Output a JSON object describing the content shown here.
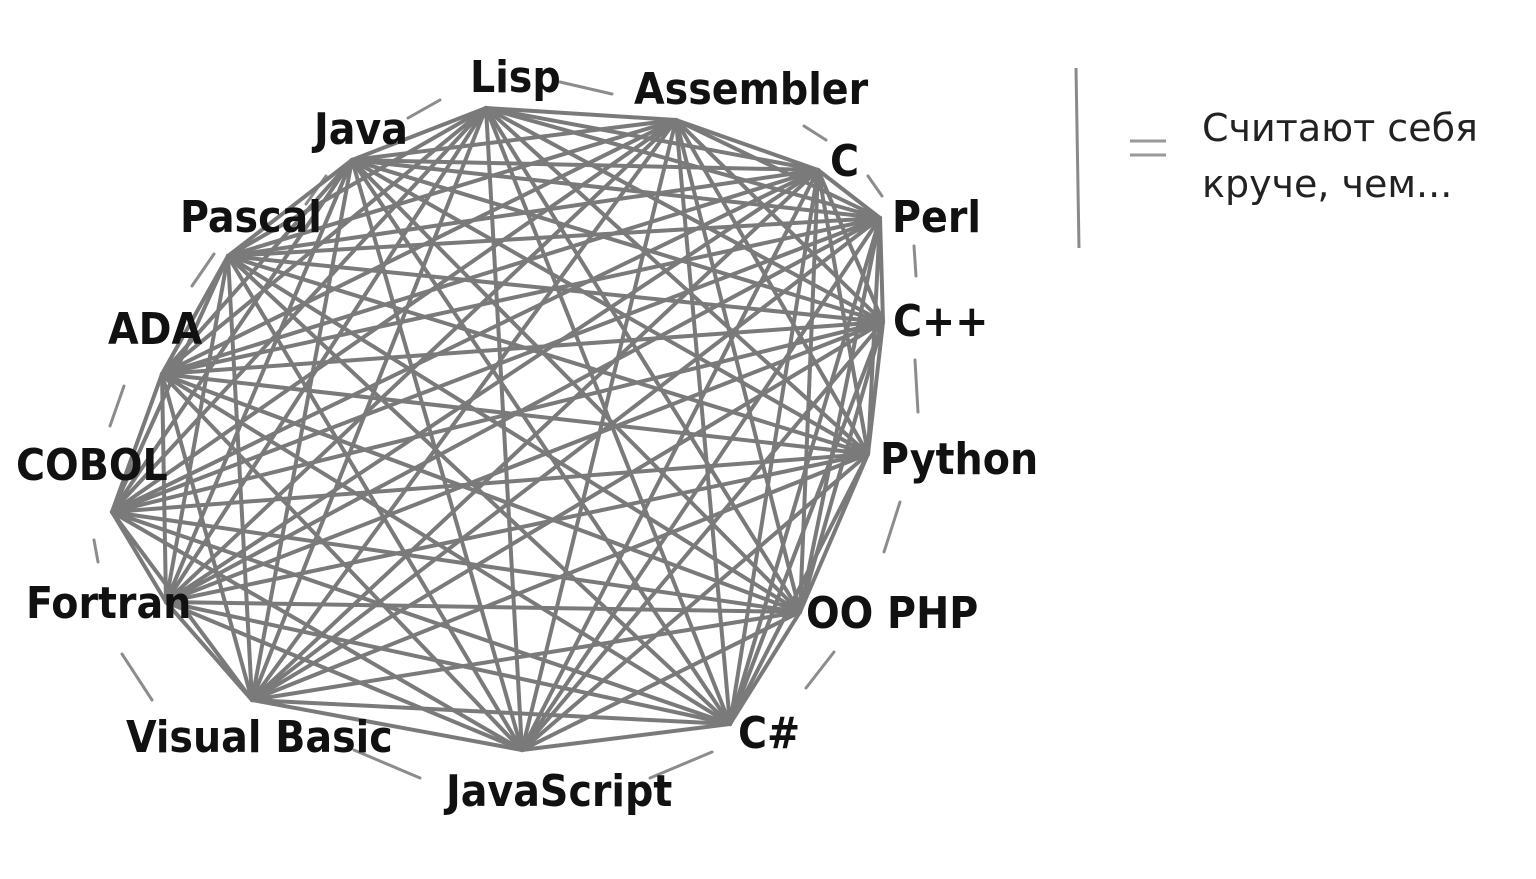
{
  "nodes": [
    {
      "id": "lisp",
      "label": "Lisp"
    },
    {
      "id": "assembler",
      "label": "Assembler"
    },
    {
      "id": "c",
      "label": "C"
    },
    {
      "id": "perl",
      "label": "Perl"
    },
    {
      "id": "cpp",
      "label": "C++"
    },
    {
      "id": "python",
      "label": "Python"
    },
    {
      "id": "oophp",
      "label": "OO PHP"
    },
    {
      "id": "csharp",
      "label": "C#"
    },
    {
      "id": "javascript",
      "label": "JavaScript"
    },
    {
      "id": "visualbasic",
      "label": "Visual Basic"
    },
    {
      "id": "fortran",
      "label": "Fortran"
    },
    {
      "id": "cobol",
      "label": "COBOL"
    },
    {
      "id": "ada",
      "label": "ADA"
    },
    {
      "id": "pascal",
      "label": "Pascal"
    },
    {
      "id": "java",
      "label": "Java"
    }
  ],
  "edges_complete_graph": true,
  "legend": {
    "symbol": "=",
    "line1": "Считают себя",
    "line2": "круче, чем..."
  },
  "colors": {
    "edge": "#7a7a7a",
    "label": "#111111",
    "background": "#ffffff"
  }
}
